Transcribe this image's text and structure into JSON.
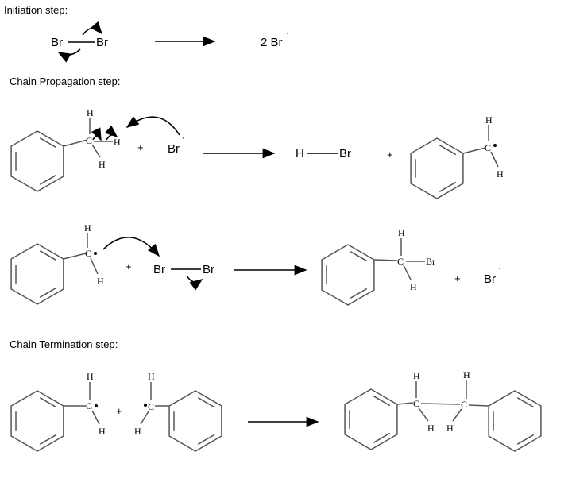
{
  "sections": {
    "initiation": "Initiation step:",
    "propagation": "Chain Propagation step:",
    "termination": "Chain Termination step:"
  },
  "atoms": {
    "H": "H",
    "C": "C",
    "Br": "Br",
    "radical": "˙"
  },
  "plus": "+",
  "products": {
    "two_br": "2 Br",
    "h": "H",
    "br": "Br"
  }
}
